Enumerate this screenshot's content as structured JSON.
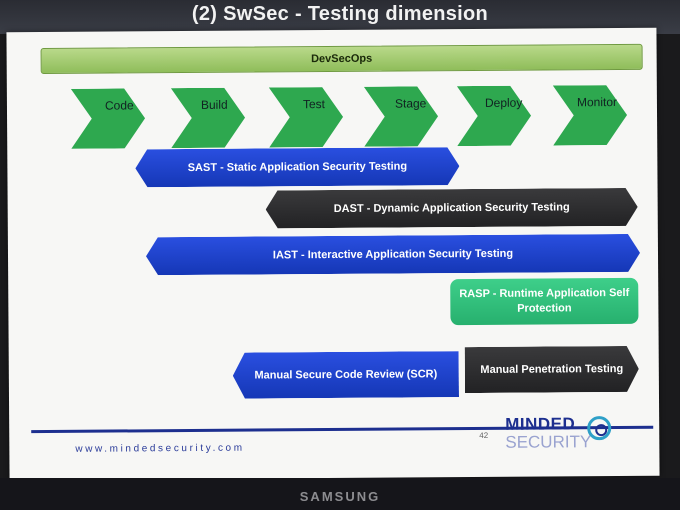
{
  "title": "(2) SwSec - Testing dimension",
  "devsecops_label": "DevSecOps",
  "phases": [
    "Code",
    "Build",
    "Test",
    "Stage",
    "Deploy",
    "Monitor"
  ],
  "bars": {
    "sast": "SAST - Static Application Security Testing",
    "dast": "DAST - Dynamic Application Security Testing",
    "iast": "IAST - Interactive Application Security Testing",
    "rasp": "RASP - Runtime Application Self Protection",
    "scr": "Manual Secure Code Review (SCR)",
    "pentest": "Manual Penetration Testing"
  },
  "footer": {
    "url": "www.mindedsecurity.com",
    "page_number": "42",
    "logo_top": "MINDED",
    "logo_bottom": "SECURITY"
  },
  "monitor_brand": "SAMSUNG",
  "colors": {
    "sast": "#1a3fd0",
    "dast": "#2a2a2c",
    "iast": "#1a3fd0",
    "rasp": "#2fbd7a",
    "scr": "#1a3fd0",
    "pentest": "#2a2a2c",
    "chevron": "#2ea84f",
    "devsecops_bar": "#a8cf78"
  }
}
